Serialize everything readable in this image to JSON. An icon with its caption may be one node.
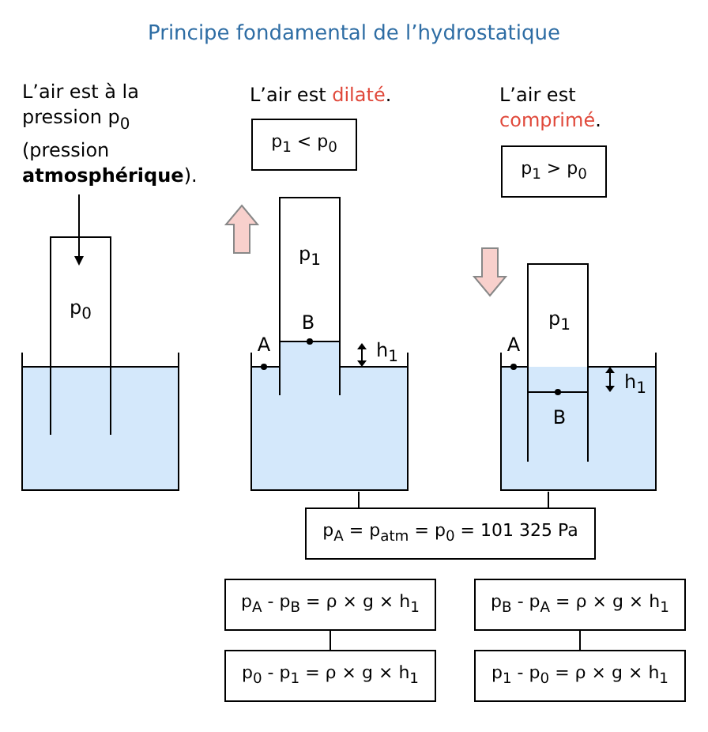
{
  "diagram": {
    "title": "Principe fondamental de l’hydrostatique",
    "nodes": [
      {
        "text": [
          "p$_{1}$ < p$_{0}$"
        ]
      },
      {
        "text": [
          "p$_{1}$ > p$_{0}$"
        ]
      },
      {
        "text": [],
        "shape": "picture"
      },
      {
        "text": [],
        "shape": "picture"
      },
      {
        "text": [],
        "shape": "picture"
      },
      {
        "text": [
          "p$_{A}$ = p$_{atm}$ = p$_{0}$ = 101 325 Pa"
        ]
      },
      {
        "text": [
          "p$_{A}$ - p$_{B}$ = ρ × g × h$_{1}$"
        ]
      },
      {
        "text": [
          "p$_{0}$ - p$_{1}$ = ρ × g × h$_{1}$"
        ]
      },
      {
        "text": [
          "p$_{B}$ - p$_{A}$ = ρ × g × h$_{1}$"
        ]
      },
      {
        "text": [
          "p$_{1}$ - p$_{0}$ = ρ × g × h$_{1}$"
        ]
      }
    ],
    "edges": [
      {
        "from": 3,
        "to": 5,
        "arrow": "none"
      },
      {
        "from": 4,
        "to": 5,
        "arrow": "none"
      },
      {
        "from": 6,
        "to": 7,
        "arrow": "none"
      },
      {
        "from": 8,
        "to": 9,
        "arrow": "none"
      }
    ],
    "labels": [
      "L’air est à la pression p$_{0}$ (pression **atmosphérique**).",
      "L’air est **dilaté**.",
      "L’air est **comprimé**.",
      "p$_{0}$",
      "p$_{1}$",
      "B",
      "A",
      "h$_{1}$",
      "A",
      "p$_{1}$",
      "h$_{1}$",
      "B"
    ]
  }
}
